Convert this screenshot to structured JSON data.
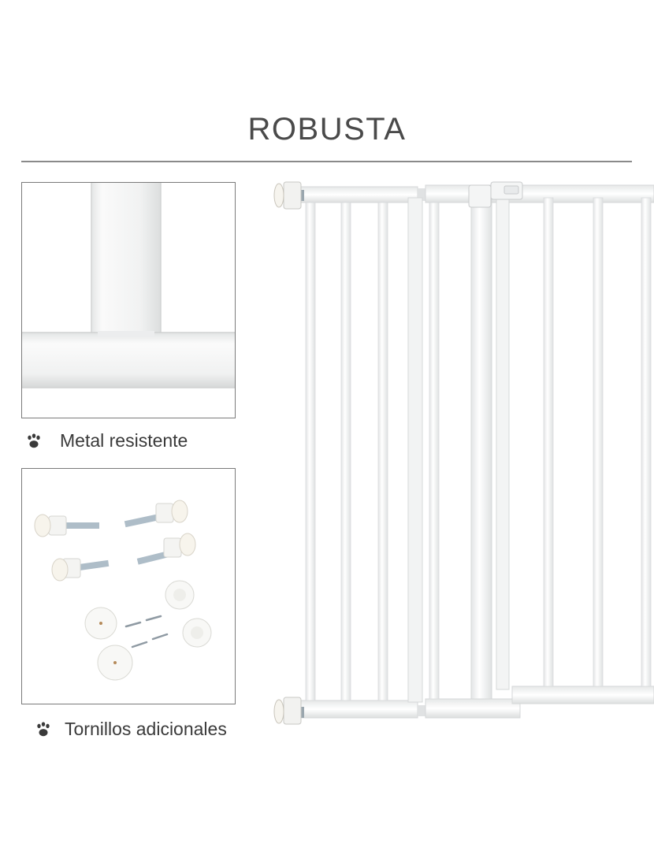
{
  "title": "ROBUSTA",
  "features": [
    {
      "label": "Metal resistente",
      "icon": "paw-icon"
    },
    {
      "label": "Tornillos adicionales",
      "icon": "paw-icon"
    }
  ],
  "colors": {
    "text": "#3a3a3a",
    "rule": "#8a8a8a",
    "metal": "#f3f4f4"
  }
}
